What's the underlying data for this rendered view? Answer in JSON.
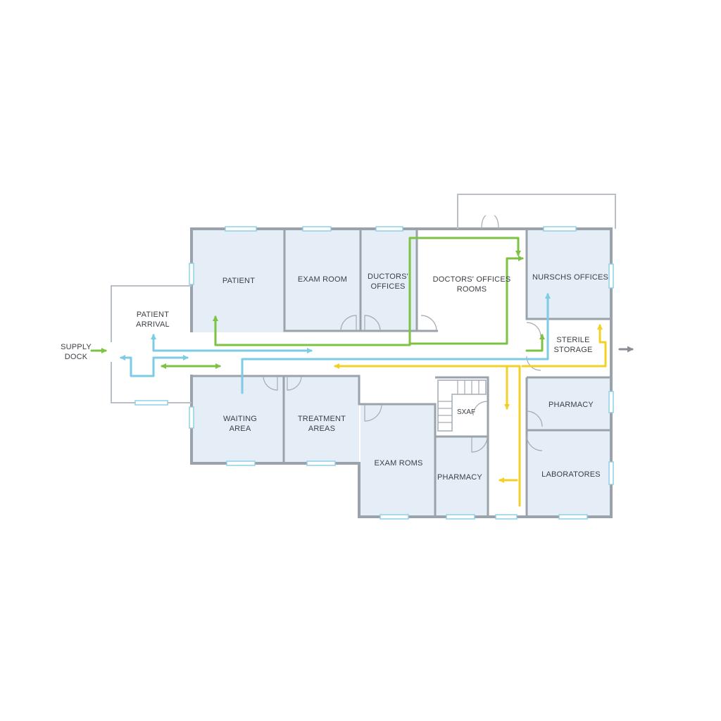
{
  "floor_plan": {
    "rooms": [
      {
        "id": "patient",
        "lines": [
          "PATIENT"
        ]
      },
      {
        "id": "exam-room",
        "lines": [
          "EXAM ROOM"
        ]
      },
      {
        "id": "doctors-offices",
        "lines": [
          "DUCTORS'",
          "OFFICES"
        ]
      },
      {
        "id": "doctors-offices-rooms",
        "lines": [
          "DOCTORS' OFFICES",
          "ROOMS"
        ]
      },
      {
        "id": "nurses-offices",
        "lines": [
          "NURSCHS OFFICES"
        ]
      },
      {
        "id": "patient-arrival",
        "lines": [
          "PATIENT",
          "ARRIVAL"
        ]
      },
      {
        "id": "sterile-storage",
        "lines": [
          "STERILE",
          "STORAGE"
        ]
      },
      {
        "id": "waiting-area",
        "lines": [
          "WAITING",
          "AREA"
        ]
      },
      {
        "id": "treatment-areas",
        "lines": [
          "TREATMENT",
          "AREAS"
        ]
      },
      {
        "id": "exam-roms",
        "lines": [
          "EXAM ROMS"
        ]
      },
      {
        "id": "stair",
        "lines": [
          "SXAF"
        ]
      },
      {
        "id": "pharmacy-center",
        "lines": [
          "PHARMACY"
        ]
      },
      {
        "id": "pharmacy-right",
        "lines": [
          "PHARMACY"
        ]
      },
      {
        "id": "laboratores",
        "lines": [
          "LABORATORES"
        ]
      }
    ],
    "supply_dock": [
      "SUPPLY",
      "DOCK"
    ],
    "colors": {
      "wall": "#9aa2ab",
      "room_fill": "#e5eef6",
      "window": "#8fd0e8",
      "route_green": "#7dc242",
      "route_blue": "#7ecbe6",
      "route_yellow": "#f2d027",
      "exit_arrow": "#8a8f95"
    }
  }
}
